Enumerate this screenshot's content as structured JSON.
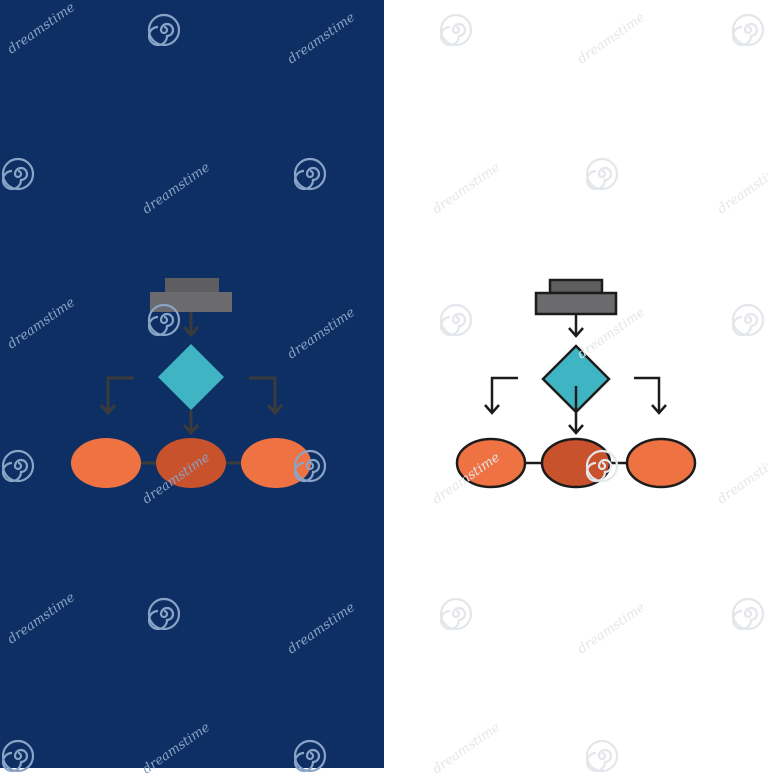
{
  "watermark": {
    "text": "dreamstime",
    "color_on_dark": "#8aa4c8",
    "color_on_light": "#e3e6ea"
  },
  "panels": {
    "left": {
      "background": "#0e2f63",
      "style": "flat"
    },
    "right": {
      "background": "#ffffff",
      "style": "filled-outline"
    }
  },
  "icon": {
    "name": "flowchart-icon",
    "colors": {
      "box_top": "#5e5e60",
      "box_bottom": "#6b6b6d",
      "diamond": "#3fb5c3",
      "oval_side": "#ef7242",
      "oval_center": "#c8522c",
      "arrow": "#3b3b3b",
      "outline": "#1c1c1c"
    }
  }
}
